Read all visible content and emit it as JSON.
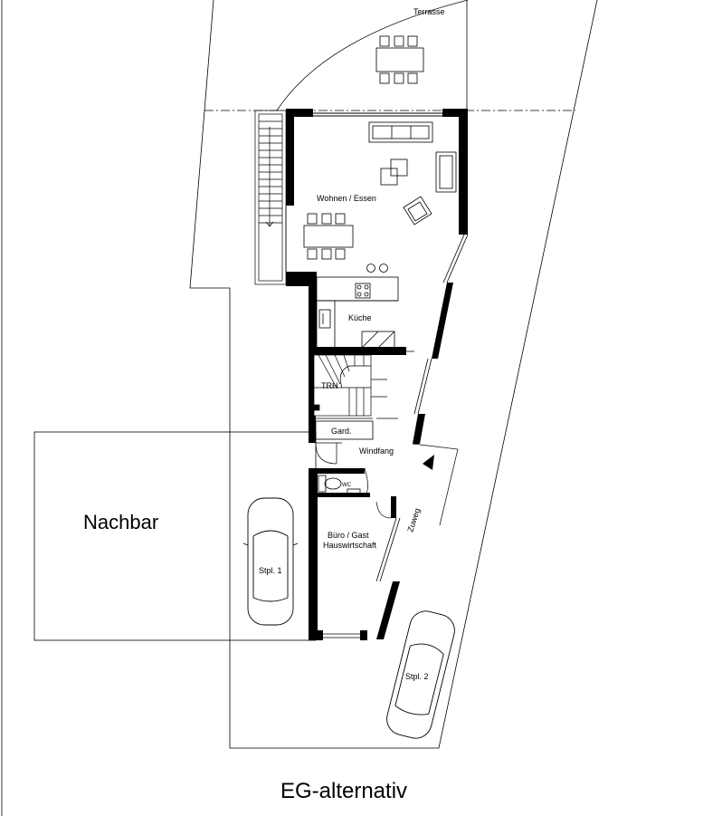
{
  "plan": {
    "title": "EG-alternativ",
    "labels": {
      "terrace": "Terrasse",
      "living": "Wohnen / Essen",
      "kitchen": "Küche",
      "stairs": "TRH",
      "wardrobe": "Gard.",
      "entrance": "Windfang",
      "wc": "WC",
      "office_line1": "Büro / Gast",
      "office_line2": "Hauswirtschaft",
      "path": "Zuweg",
      "neighbor": "Nachbar",
      "parking1": "Stpl. 1",
      "parking2": "Stpl. 2"
    }
  }
}
